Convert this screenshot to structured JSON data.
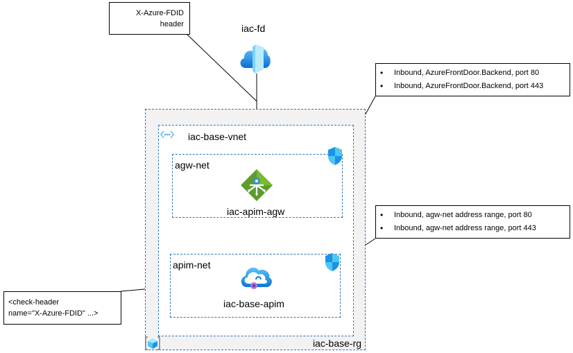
{
  "header_note": {
    "line1": "X-Azure-FDID",
    "line2": "header"
  },
  "frontdoor": {
    "label": "iac-fd",
    "icon": "front-door-cloud-icon"
  },
  "nsg_agw_rules": [
    "Inbound, AzureFrontDoor.Backend, port 80",
    "Inbound, AzureFrontDoor.Backend, port 443"
  ],
  "nsg_apim_rules": [
    "Inbound, agw-net address range, port 80",
    "Inbound, agw-net address range, port 443"
  ],
  "vnet": {
    "label": "iac-base-vnet",
    "icon": "vnet-icon"
  },
  "agw_subnet": {
    "label": "agw-net"
  },
  "agw": {
    "label": "iac-apim-agw",
    "icon": "application-gateway-icon"
  },
  "apim_subnet": {
    "label": "apim-net"
  },
  "apim": {
    "label": "iac-base-apim",
    "icon": "api-management-icon"
  },
  "policy_note": {
    "line1": "<check-header",
    "line2": "name=\"X-Azure-FDID\" ...>"
  },
  "resource_group": {
    "label": "iac-base-rg",
    "icon": "resource-group-icon"
  },
  "colors": {
    "dash_border": "#2e75b6",
    "rg_fill": "#f2f2f2",
    "agw_green": "#5e9b2f",
    "azure_blue": "#1b93eb"
  }
}
